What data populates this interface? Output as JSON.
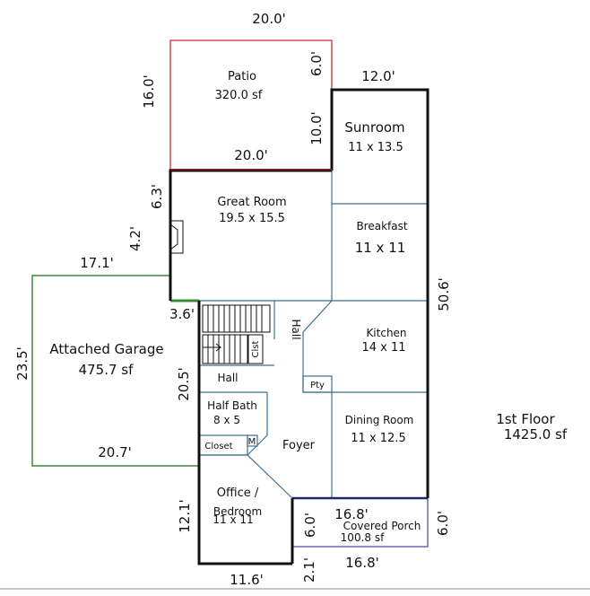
{
  "colors": {
    "wall": "#111111",
    "interior": "#3f6f8f",
    "patio": "#d94a4a",
    "garage": "#3a8a3a",
    "porch": "#6a6ab0",
    "bottom_line": "#8a8a8a"
  },
  "floor": {
    "name": "1st Floor",
    "area": "1425.0 sf"
  },
  "rooms": {
    "patio": {
      "name": "Patio",
      "size": "320.0 sf"
    },
    "sunroom": {
      "name": "Sunroom",
      "size": "11 x 13.5"
    },
    "great_room": {
      "name": "Great Room",
      "size": "19.5 x 15.5"
    },
    "breakfast": {
      "name": "Breakfast",
      "size": "11 x 11"
    },
    "kitchen": {
      "name": "Kitchen",
      "size": "14 x 11"
    },
    "garage": {
      "name": "Attached Garage",
      "size": "475.7 sf"
    },
    "hall_upper": {
      "name": "Hall"
    },
    "hall_lower": {
      "name": "Hall"
    },
    "closet_stair": {
      "name": "Clst"
    },
    "pantry": {
      "name": "Pty"
    },
    "half_bath": {
      "name": "Half Bath",
      "size": "8 x 5"
    },
    "closet": {
      "name": "Closet"
    },
    "mech": {
      "name": "M"
    },
    "foyer": {
      "name": "Foyer"
    },
    "dining": {
      "name": "Dining Room",
      "size": "11 x 12.5"
    },
    "office": {
      "name": "Office /",
      "name2": "Bedroom",
      "size": "11 x 11"
    },
    "porch": {
      "name": "Covered Porch",
      "size": "100.8 sf"
    }
  },
  "dimensions": {
    "patio_top": "20.0'",
    "patio_left": "16.0'",
    "patio_right_upper": "6.0'",
    "patio_right_lower": "10.0'",
    "patio_bottom": "20.0'",
    "sunroom_top": "12.0'",
    "great_left_upper": "6.3'",
    "great_left_lower": "4.2'",
    "garage_top": "17.1'",
    "stair_jog": "3.6'",
    "right_side": "50.6'",
    "garage_left": "23.5'",
    "hall_left": "20.5'",
    "garage_bottom": "20.7'",
    "office_left": "12.1'",
    "porch_top": "16.8'",
    "porch_left": "6.0'",
    "porch_right": "6.0'",
    "porch_bottom": "16.8'",
    "porch_step": "2.1'",
    "office_bottom": "11.6'"
  }
}
